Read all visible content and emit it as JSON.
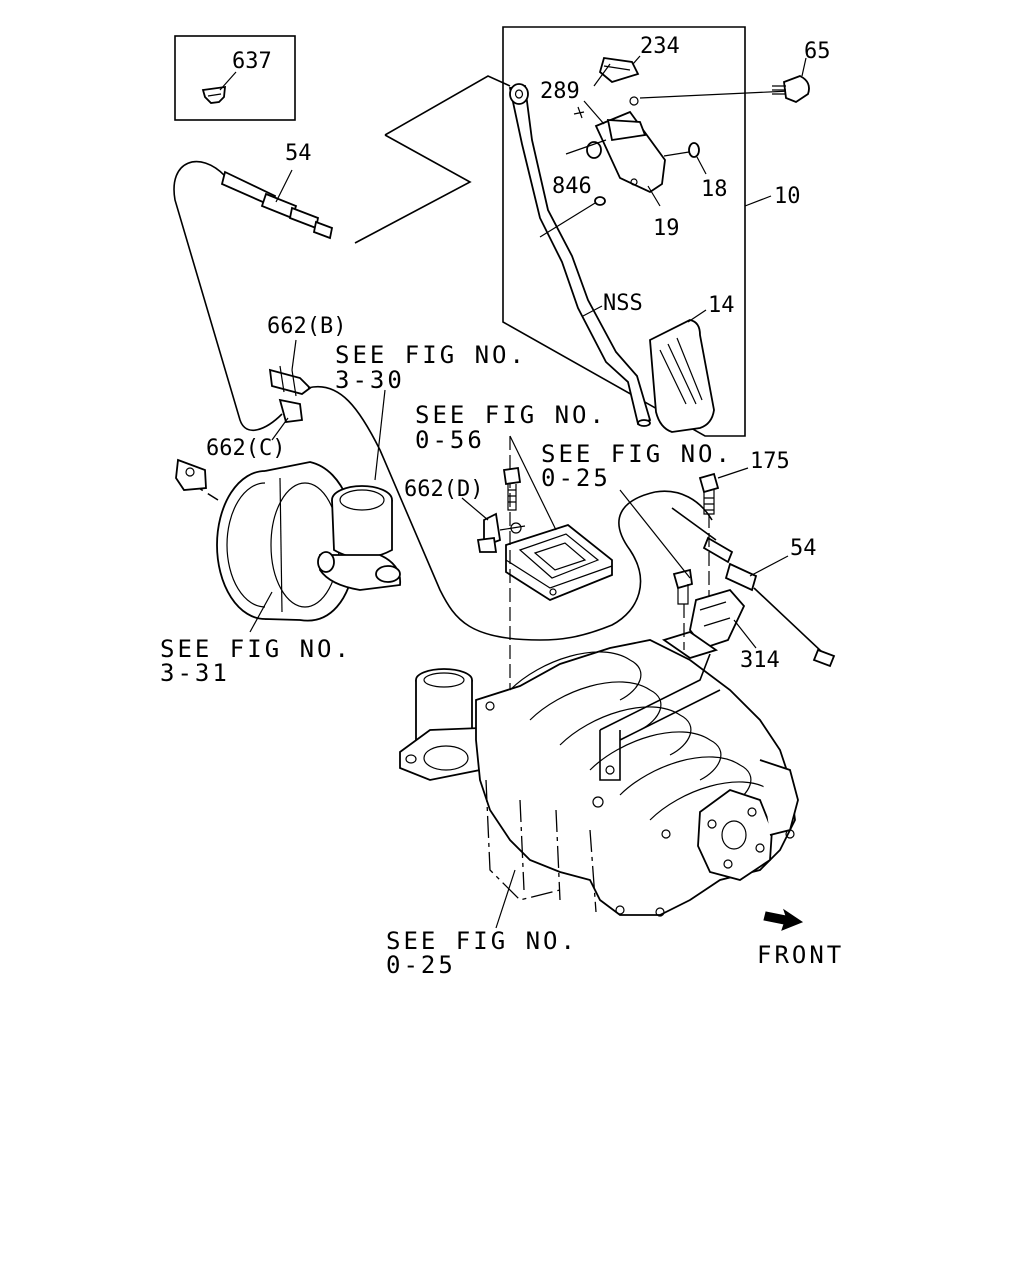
{
  "diagram": {
    "callouts": {
      "p637": "637",
      "p54a": "54",
      "p662b": "662(B)",
      "p662c": "662(C)",
      "p662d": "662(D)",
      "p234": "234",
      "p289": "289",
      "p65": "65",
      "p846": "846",
      "p18": "18",
      "p19": "19",
      "p10": "10",
      "nss": "NSS",
      "p14": "14",
      "p175": "175",
      "p54b": "54",
      "p314": "314"
    },
    "references": {
      "r330": {
        "line1": "SEE FIG NO.",
        "line2": "3-30"
      },
      "r056": {
        "line1": "SEE FIG NO.",
        "line2": "0-56"
      },
      "r025a": {
        "line1": "SEE FIG NO.",
        "line2": "0-25"
      },
      "r331": {
        "line1": "SEE FIG NO.",
        "line2": "3-31"
      },
      "r025b": {
        "line1": "SEE FIG NO.",
        "line2": "0-25"
      }
    },
    "direction_label": "FRONT"
  }
}
